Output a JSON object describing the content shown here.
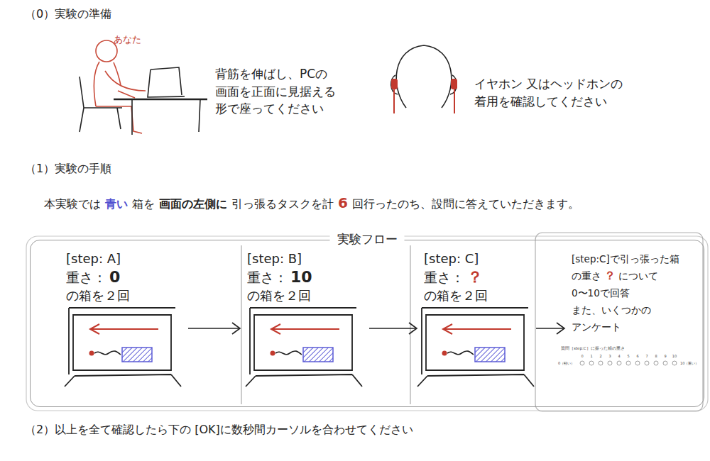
{
  "diagram": {
    "nodes": [
      {
        "text": [
          "実験フロー"
        ]
      },
      {
        "text": [
          "[step: A]",
          "重さ：",
          "0",
          "の箱を２回"
        ],
        "in": 0
      },
      {
        "text": [
          "[step: B]",
          "重さ：",
          "10",
          "の箱を２回"
        ],
        "in": 0
      },
      {
        "text": [
          "[step: C]",
          "重さ：",
          "？",
          "の箱を２回"
        ],
        "in": 0
      },
      {
        "text": [
          "[step:C]で引っ張った箱",
          "の重さ",
          "？",
          "について",
          "0〜10で回答",
          "また、いくつかの",
          "アンケート"
        ],
        "in": 0
      }
    ],
    "edges": [
      {
        "from": 1,
        "to": 2,
        "arrow": "to"
      },
      {
        "from": 2,
        "to": 3,
        "arrow": "to"
      },
      {
        "from": 3,
        "to": 4,
        "arrow": "to"
      }
    ],
    "labels": [
      "（0）実験の準備",
      "あなた",
      "背筋を伸ばし、PCの 画面を正面に見据える 形で座ってください",
      "イヤホン 又はヘッドホンの 着用を確認してください",
      "（1）実験の手順",
      "本実験では",
      "青い",
      "箱を",
      "画面の左側に",
      "引っ張るタスクを計",
      "6",
      "回行ったのち、設問に答えていただきます。",
      "質問［step:C］に振った箱の重さ",
      "0",
      "1",
      "2",
      "3",
      "4",
      "5",
      "6",
      "7",
      "8",
      "9",
      "10",
      "0（軽い）",
      "10（重い）",
      "（2）以上を全て確認したら下の [OK]に数秒間カーソルを合わせてください"
    ]
  }
}
